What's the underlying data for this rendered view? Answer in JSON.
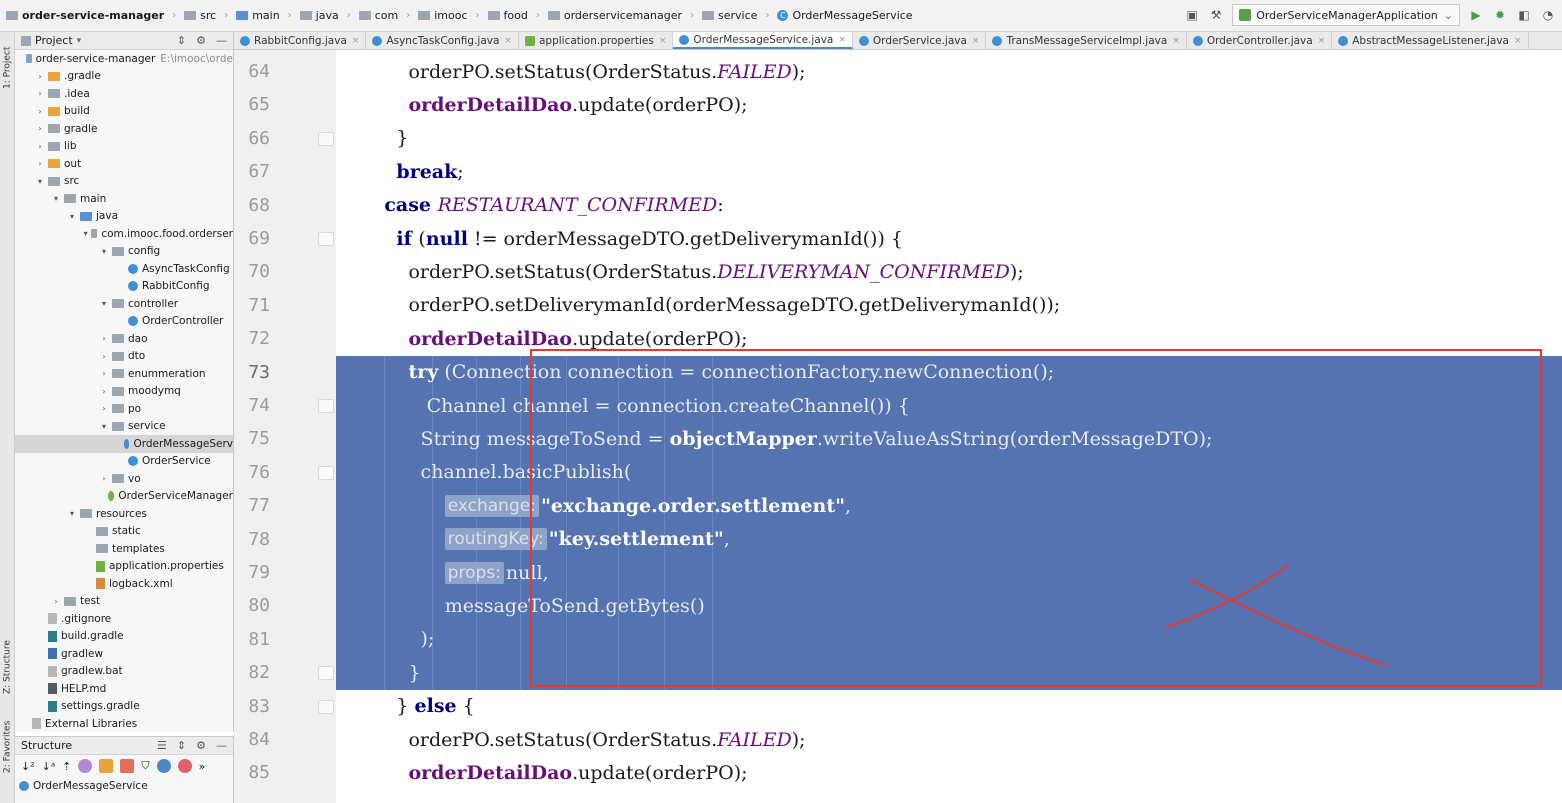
{
  "breadcrumb": {
    "items": [
      {
        "label": "order-service-manager",
        "icon": "module-icon"
      },
      {
        "label": "src",
        "icon": "folder-icon"
      },
      {
        "label": "main",
        "icon": "folder-icon"
      },
      {
        "label": "java",
        "icon": "folder-icon"
      },
      {
        "label": "com",
        "icon": "folder-icon"
      },
      {
        "label": "imooc",
        "icon": "folder-icon"
      },
      {
        "label": "food",
        "icon": "folder-icon"
      },
      {
        "label": "orderservicemanager",
        "icon": "folder-icon"
      },
      {
        "label": "service",
        "icon": "folder-icon"
      },
      {
        "label": "OrderMessageService",
        "icon": "class-icon"
      }
    ]
  },
  "run_config": {
    "label": "OrderServiceManagerApplication"
  },
  "left_strip": {
    "project_tab": "1: Project",
    "structure_tab": "Z: Structure",
    "favorites_tab": "2: Favorites"
  },
  "project_panel": {
    "title": "Project",
    "tree": [
      {
        "label": "order-service-manager",
        "hint": "E:\\imooc\\orde",
        "depth": 0,
        "icon": "module",
        "expanded": true
      },
      {
        "label": ".gradle",
        "depth": 1,
        "icon": "folder-orange",
        "arrow": "right"
      },
      {
        "label": ".idea",
        "depth": 1,
        "icon": "folder",
        "arrow": "right"
      },
      {
        "label": "build",
        "depth": 1,
        "icon": "folder-orange",
        "arrow": "right"
      },
      {
        "label": "gradle",
        "depth": 1,
        "icon": "folder",
        "arrow": "right"
      },
      {
        "label": "lib",
        "depth": 1,
        "icon": "folder",
        "arrow": "right"
      },
      {
        "label": "out",
        "depth": 1,
        "icon": "folder-orange",
        "arrow": "right"
      },
      {
        "label": "src",
        "depth": 1,
        "icon": "folder",
        "arrow": "down"
      },
      {
        "label": "main",
        "depth": 2,
        "icon": "folder",
        "arrow": "down"
      },
      {
        "label": "java",
        "depth": 3,
        "icon": "folder-blue",
        "arrow": "down"
      },
      {
        "label": "com.imooc.food.orderser",
        "depth": 4,
        "icon": "package",
        "arrow": "down"
      },
      {
        "label": "config",
        "depth": 5,
        "icon": "package",
        "arrow": "down"
      },
      {
        "label": "AsyncTaskConfig",
        "depth": 6,
        "icon": "class"
      },
      {
        "label": "RabbitConfig",
        "depth": 6,
        "icon": "class"
      },
      {
        "label": "controller",
        "depth": 5,
        "icon": "package",
        "arrow": "down"
      },
      {
        "label": "OrderController",
        "depth": 6,
        "icon": "class"
      },
      {
        "label": "dao",
        "depth": 5,
        "icon": "package",
        "arrow": "right"
      },
      {
        "label": "dto",
        "depth": 5,
        "icon": "package",
        "arrow": "right"
      },
      {
        "label": "enummeration",
        "depth": 5,
        "icon": "package",
        "arrow": "right"
      },
      {
        "label": "moodymq",
        "depth": 5,
        "icon": "package",
        "arrow": "right"
      },
      {
        "label": "po",
        "depth": 5,
        "icon": "package",
        "arrow": "right"
      },
      {
        "label": "service",
        "depth": 5,
        "icon": "package",
        "arrow": "down"
      },
      {
        "label": "OrderMessageServ",
        "depth": 6,
        "icon": "class",
        "selected": true
      },
      {
        "label": "OrderService",
        "depth": 6,
        "icon": "class"
      },
      {
        "label": "vo",
        "depth": 5,
        "icon": "package",
        "arrow": "right"
      },
      {
        "label": "OrderServiceManager",
        "depth": 5,
        "icon": "spring-class"
      },
      {
        "label": "resources",
        "depth": 3,
        "icon": "folder",
        "arrow": "down"
      },
      {
        "label": "static",
        "depth": 4,
        "icon": "folder"
      },
      {
        "label": "templates",
        "depth": 4,
        "icon": "folder"
      },
      {
        "label": "application.properties",
        "depth": 4,
        "icon": "properties"
      },
      {
        "label": "logback.xml",
        "depth": 4,
        "icon": "xml"
      },
      {
        "label": "test",
        "depth": 2,
        "icon": "folder",
        "arrow": "right"
      },
      {
        "label": ".gitignore",
        "depth": 1,
        "icon": "file"
      },
      {
        "label": "build.gradle",
        "depth": 1,
        "icon": "gradle"
      },
      {
        "label": "gradlew",
        "depth": 1,
        "icon": "cmd"
      },
      {
        "label": "gradlew.bat",
        "depth": 1,
        "icon": "file"
      },
      {
        "label": "HELP.md",
        "depth": 1,
        "icon": "md"
      },
      {
        "label": "settings.gradle",
        "depth": 1,
        "icon": "gradle"
      },
      {
        "label": "External Libraries",
        "depth": 0,
        "icon": "libs"
      }
    ]
  },
  "structure_panel": {
    "title": "Structure",
    "item": "OrderMessageService"
  },
  "tabs": [
    {
      "label": "RabbitConfig.java",
      "icon": "class"
    },
    {
      "label": "AsyncTaskConfig.java",
      "icon": "class"
    },
    {
      "label": "application.properties",
      "icon": "properties"
    },
    {
      "label": "OrderMessageService.java",
      "icon": "class",
      "active": true
    },
    {
      "label": "OrderService.java",
      "icon": "class"
    },
    {
      "label": "TransMessageServiceImpl.java",
      "icon": "class"
    },
    {
      "label": "OrderController.java",
      "icon": "class"
    },
    {
      "label": "AbstractMessageListener.java",
      "icon": "class"
    }
  ],
  "code": {
    "lines": [
      {
        "n": "64",
        "segs": [
          [
            "",
            "            orderPO.setStatus(OrderStatus."
          ],
          [
            "konst",
            "FAILED"
          ],
          [
            "",
            ");"
          ]
        ]
      },
      {
        "n": "65",
        "segs": [
          [
            "",
            "            "
          ],
          [
            "field",
            "orderDetailDao"
          ],
          [
            "",
            ".update(orderPO);"
          ]
        ]
      },
      {
        "n": "66",
        "segs": [
          [
            "",
            "          }"
          ]
        ]
      },
      {
        "n": "67",
        "segs": [
          [
            "",
            "          "
          ],
          [
            "kw",
            "break"
          ],
          [
            "",
            ";"
          ]
        ]
      },
      {
        "n": "68",
        "segs": [
          [
            "",
            "        "
          ],
          [
            "kw",
            "case "
          ],
          [
            "konst",
            "RESTAURANT_CONFIRMED"
          ],
          [
            "",
            ":"
          ]
        ]
      },
      {
        "n": "69",
        "segs": [
          [
            "",
            "          "
          ],
          [
            "kw",
            "if "
          ],
          [
            "",
            "("
          ],
          [
            "kw",
            "null"
          ],
          [
            "",
            " != orderMessageDTO.getDeliverymanId()) {"
          ]
        ]
      },
      {
        "n": "70",
        "segs": [
          [
            "",
            "            orderPO.setStatus(OrderStatus."
          ],
          [
            "konst",
            "DELIVERYMAN_CONFIRMED"
          ],
          [
            "",
            ");"
          ]
        ]
      },
      {
        "n": "71",
        "segs": [
          [
            "",
            "            orderPO.setDeliverymanId(orderMessageDTO.getDeliverymanId());"
          ]
        ]
      },
      {
        "n": "72",
        "segs": [
          [
            "",
            "            "
          ],
          [
            "field",
            "orderDetailDao"
          ],
          [
            "",
            ".update(orderPO);"
          ]
        ]
      },
      {
        "n": "73",
        "sel": true,
        "segs": [
          [
            "",
            "            "
          ],
          [
            "kw",
            "try"
          ],
          [
            "",
            " (Connection connection = connectionFactory.newConnection();"
          ]
        ]
      },
      {
        "n": "74",
        "sel": true,
        "segs": [
          [
            "",
            "               Channel channel = connection.createChannel()) {"
          ]
        ]
      },
      {
        "n": "75",
        "sel": true,
        "segs": [
          [
            "",
            "              String messageToSend = "
          ],
          [
            "field",
            "objectMapper"
          ],
          [
            "",
            ".writeValueAsString(orderMessageDTO);"
          ]
        ]
      },
      {
        "n": "76",
        "sel": true,
        "segs": [
          [
            "",
            "              channel.basicPublish("
          ]
        ]
      },
      {
        "n": "77",
        "sel": true,
        "segs": [
          [
            "",
            "                  "
          ],
          [
            "pname",
            "exchange:"
          ],
          [
            "str",
            "\"exchange.order.settlement\""
          ],
          [
            "",
            ","
          ]
        ]
      },
      {
        "n": "78",
        "sel": true,
        "segs": [
          [
            "",
            "                  "
          ],
          [
            "pname",
            "routingKey:"
          ],
          [
            "str",
            "\"key.settlement\""
          ],
          [
            "",
            ","
          ]
        ]
      },
      {
        "n": "79",
        "sel": true,
        "segs": [
          [
            "",
            "                  "
          ],
          [
            "pname",
            "props:"
          ],
          [
            "",
            "null,"
          ]
        ]
      },
      {
        "n": "80",
        "sel": true,
        "segs": [
          [
            "",
            "                  messageToSend.getBytes()"
          ]
        ]
      },
      {
        "n": "81",
        "sel": true,
        "segs": [
          [
            "",
            "              );"
          ]
        ]
      },
      {
        "n": "82",
        "sel": true,
        "segs": [
          [
            "",
            "            }"
          ]
        ]
      },
      {
        "n": "83",
        "segs": [
          [
            "",
            "          } "
          ],
          [
            "kw",
            "else"
          ],
          [
            "",
            " {"
          ]
        ]
      },
      {
        "n": "84",
        "segs": [
          [
            "",
            "            orderPO.setStatus(OrderStatus."
          ],
          [
            "konst",
            "FAILED"
          ],
          [
            "",
            ");"
          ]
        ]
      },
      {
        "n": "85",
        "segs": [
          [
            "",
            "            "
          ],
          [
            "field",
            "orderDetailDao"
          ],
          [
            "",
            ".update(orderPO);"
          ]
        ]
      }
    ]
  },
  "colors": {
    "selection": "#5473b0",
    "annotation": "#e8392f",
    "keyword": "#000080",
    "field": "#660e7a",
    "string": "#008000"
  }
}
